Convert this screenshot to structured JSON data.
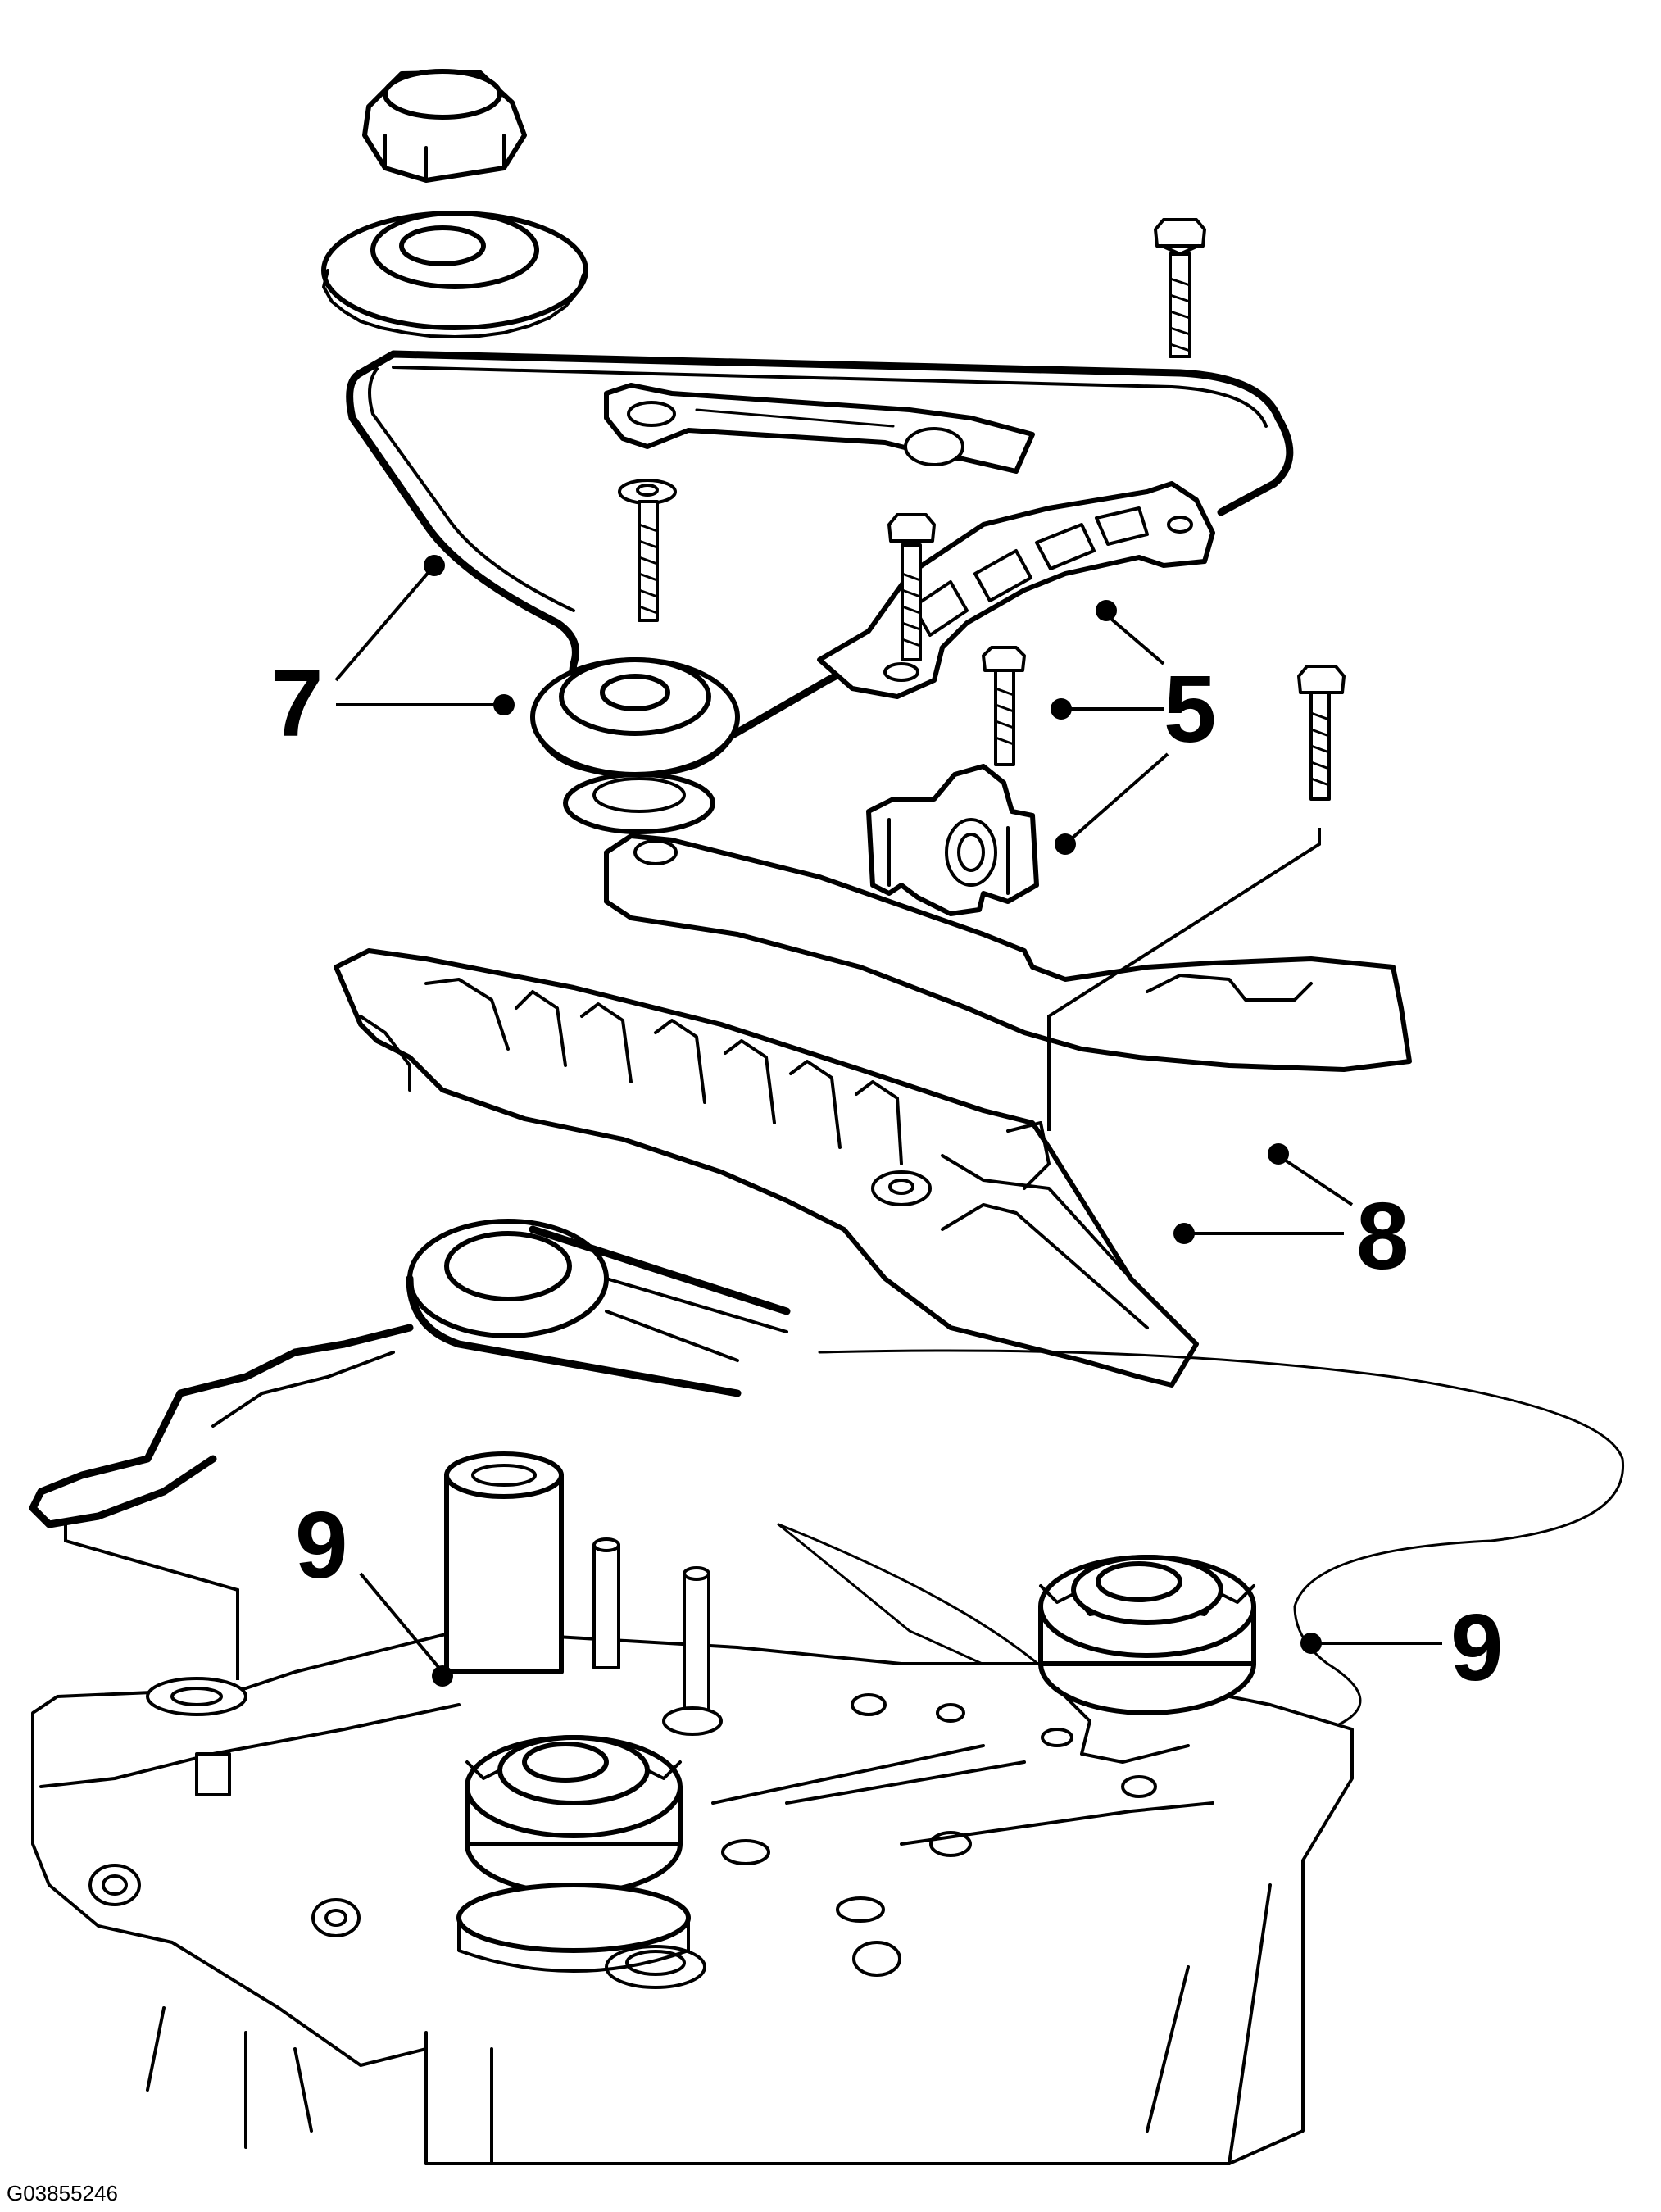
{
  "figure_id": "G03855246",
  "callouts": [
    {
      "id": "7",
      "label": "7"
    },
    {
      "id": "5",
      "label": "5"
    },
    {
      "id": "8",
      "label": "8"
    },
    {
      "id": "9-left",
      "label": "9"
    },
    {
      "id": "9-right",
      "label": "9"
    }
  ],
  "colors": {
    "ink": "#000000",
    "paper": "#ffffff"
  }
}
